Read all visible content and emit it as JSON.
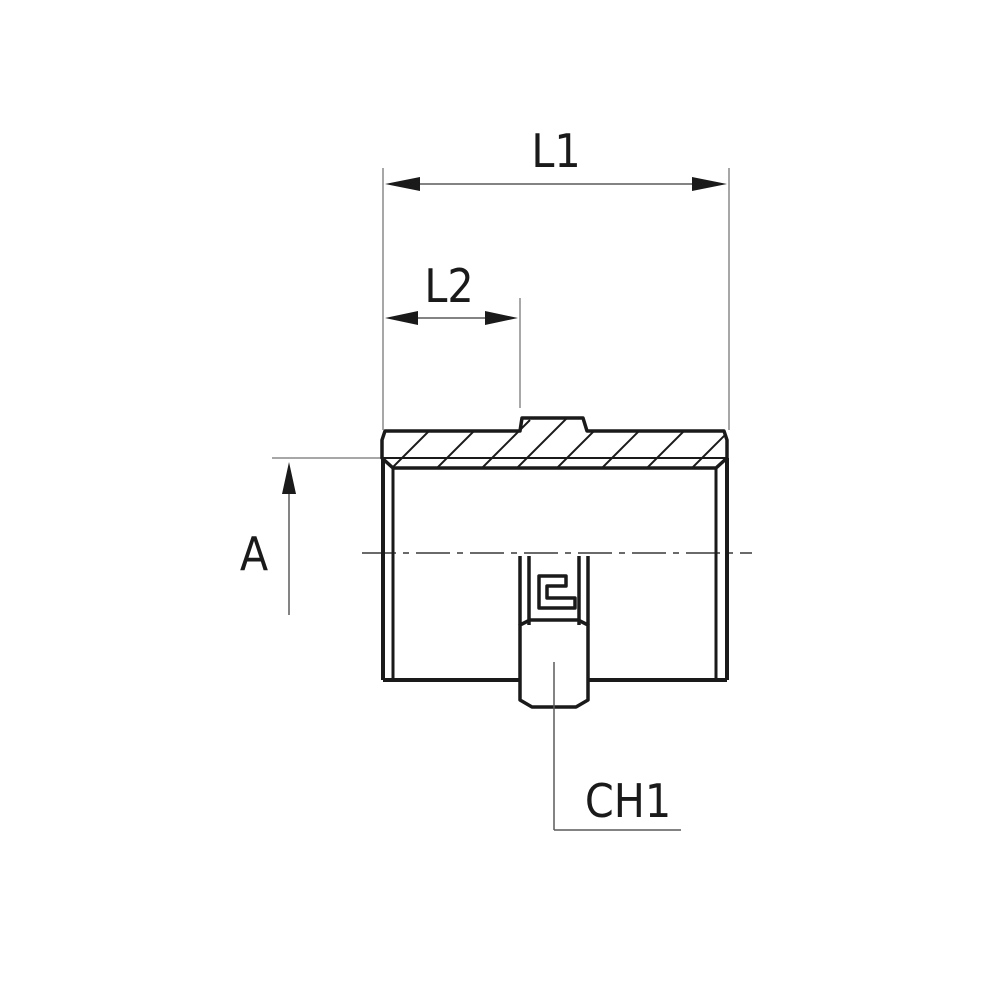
{
  "labels": {
    "overall_length": "L1",
    "thread_length": "L2",
    "diameter": "A",
    "hex_size": "CH1"
  },
  "colors": {
    "outline": "#1a1a1a",
    "dimension_line": "#5a5a5a",
    "background": "#ffffff"
  },
  "icons": {
    "logo": "company-logo-icon"
  }
}
